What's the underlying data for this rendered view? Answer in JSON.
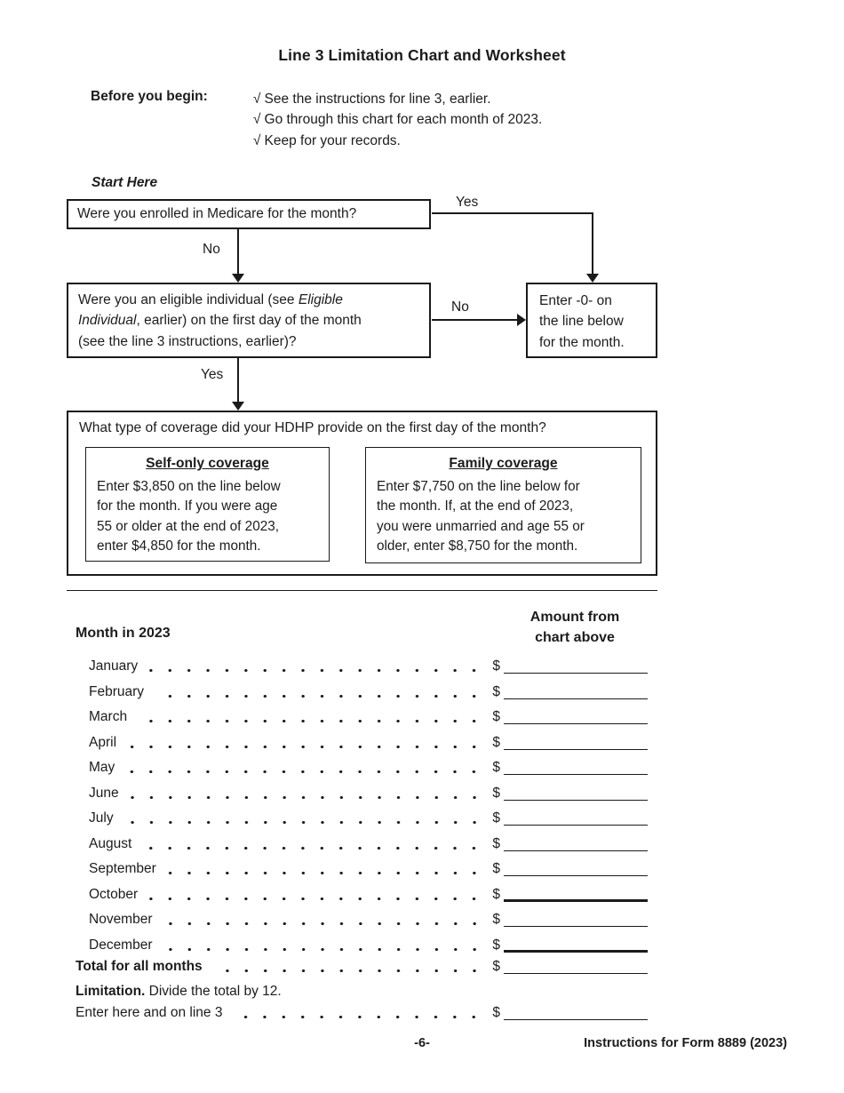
{
  "title": "Line 3 Limitation Chart and Worksheet",
  "before_you_begin": {
    "label": "Before you begin:",
    "check_glyph": "√",
    "items": [
      "See the instructions for line 3, earlier.",
      "Go through this chart for each month of 2023.",
      "Keep for your records."
    ]
  },
  "flowchart": {
    "start_here": "Start Here",
    "medicare_question": "Were you enrolled in Medicare for the month?",
    "medicare_yes": "Yes",
    "medicare_no": "No",
    "eligible_box": {
      "line1_regular": "Were you an eligible individual (see ",
      "line1_italic": "Eligible",
      "line2_italic": "Individual",
      "line2_regular": ", earlier) on the first day of the month",
      "line3": "(see the line 3 instructions, earlier)?"
    },
    "eligible_no": "No",
    "eligible_yes": "Yes",
    "enter_zero_lines": [
      "Enter -0- on",
      "the line below",
      "for the month."
    ],
    "coverage_question": "What type of coverage did your HDHP provide on the first day of the month?",
    "self_only": {
      "heading": "Self-only coverage",
      "lines": [
        "Enter $3,850 on the line below",
        "for the month. If you were age",
        "55 or older at the end of 2023,",
        "enter $4,850 for the month."
      ]
    },
    "family": {
      "heading": "Family coverage",
      "lines": [
        "Enter $7,750 on the line below for",
        "the month. If, at the end of 2023,",
        "you were unmarried and age 55 or",
        "older, enter $8,750 for the month."
      ]
    }
  },
  "worksheet": {
    "month_header": "Month in 2023",
    "amount_header_line1": "Amount from",
    "amount_header_line2": "chart above",
    "currency": "$",
    "months": [
      "January",
      "February",
      "March",
      "April",
      "May",
      "June",
      "July",
      "August",
      "September",
      "October",
      "November",
      "December"
    ],
    "total_label": "Total for all months",
    "limitation_bold": "Limitation.",
    "limitation_rest": " Divide the total by 12.",
    "enter_label": "Enter here and on line 3"
  },
  "footer": {
    "page_number": "-6-",
    "right_text": "Instructions for Form 8889 (2023)"
  }
}
